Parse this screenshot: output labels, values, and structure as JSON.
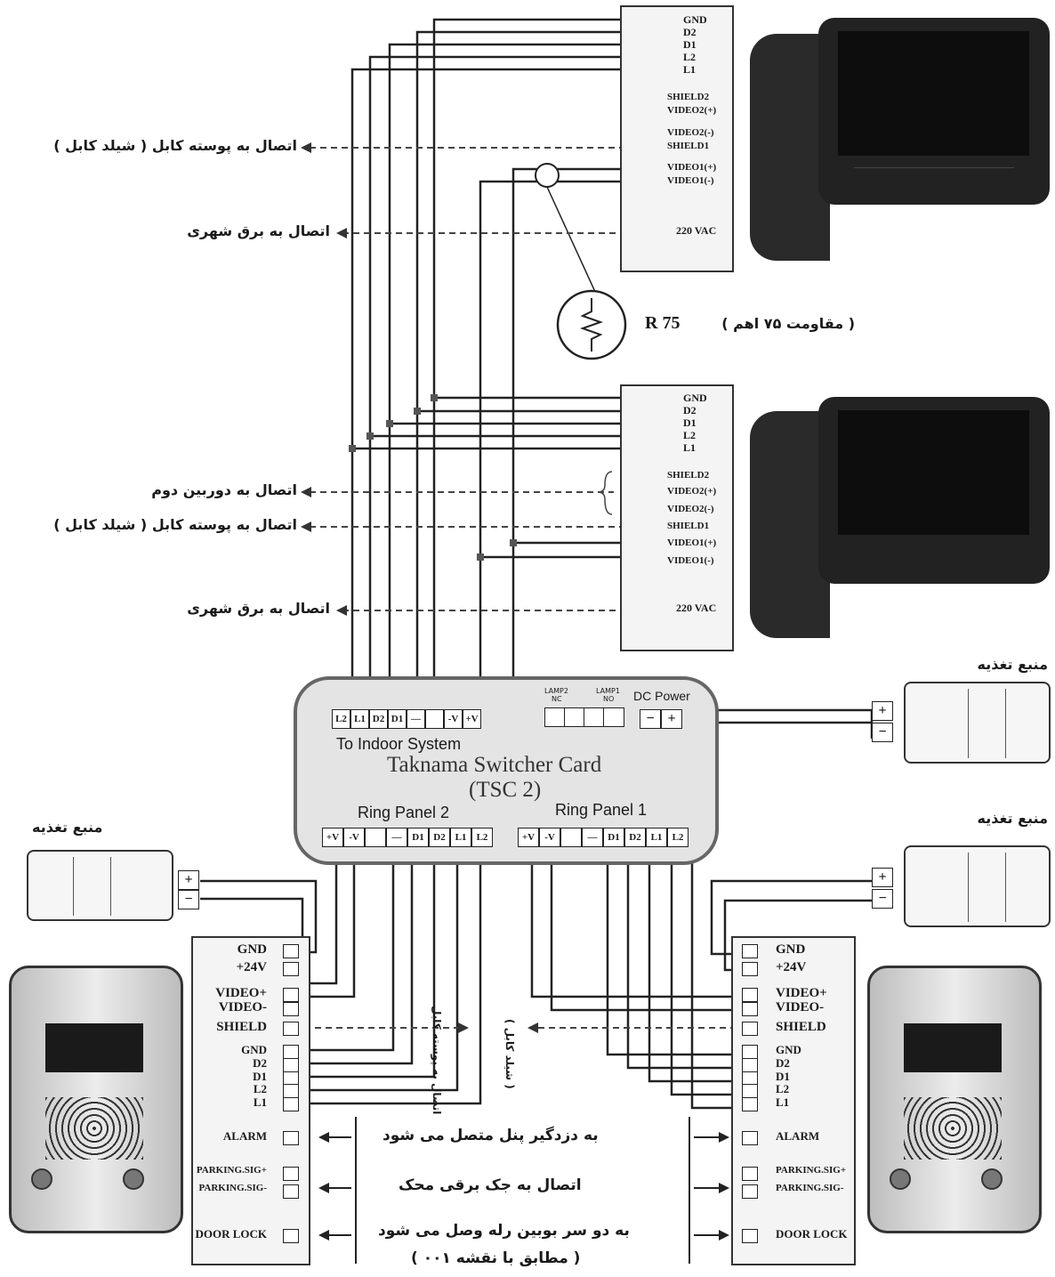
{
  "monitor1": {
    "terminals": [
      "GND",
      "D2",
      "D1",
      "L2",
      "L1"
    ],
    "video_terminals": [
      "SHIELD2",
      "VIDEO2(+)",
      "VIDEO2(-)",
      "SHIELD1",
      "VIDEO1(+)",
      "VIDEO1(-)"
    ],
    "power": "220 VAC"
  },
  "monitor2": {
    "terminals": [
      "GND",
      "D2",
      "D1",
      "L2",
      "L1"
    ],
    "video_terminals": [
      "SHIELD2",
      "VIDEO2(+)",
      "VIDEO2(-)",
      "SHIELD1",
      "VIDEO1(+)",
      "VIDEO1(-)"
    ],
    "power": "220 VAC"
  },
  "notes": {
    "shield": "اتصال به پوسته کابل ( شیلد کابل )",
    "mains": "اتصال به برق شهری",
    "resistor_label": "R 75",
    "resistor_note": "( مقاومت ۷۵ اهم )",
    "second_camera": "اتصال به دوربین دوم",
    "shield2": "اتصال به پوسته کابل ( شیلد کابل )",
    "mains2": "اتصال به برق شهری",
    "power_supply": "منبع تغذیه",
    "power_supply_left": "منبع تغذیه",
    "power_supply_right": "منبع تغذیه",
    "center_shield_left": "اتصال به پوسته کابل",
    "center_shield_left2": "( شیلد کابل )",
    "alarm_note": "به دزدگیر پنل متصل می شود",
    "parking_note": "اتصال به جک برقی محک",
    "lock_note": "به دو سر بوبین رله وصل می شود",
    "lock_note2": "( مطابق با نقشه ۰۰۱ )"
  },
  "card": {
    "title": "Taknama Switcher Card",
    "model": "(TSC 2)",
    "indoor_label": "To Indoor System",
    "indoor_slots": [
      "L2",
      "L1",
      "D2",
      "D1",
      "—",
      "",
      "-V",
      "+V"
    ],
    "lamp2": "LAMP2",
    "lamp2_sub": "NC",
    "lamp1": "LAMP1",
    "lamp1_sub": "NO",
    "dc_power": "DC Power",
    "dc_slots": [
      "−",
      "+"
    ],
    "ring2_label": "Ring Panel 2",
    "ring1_label": "Ring Panel 1",
    "ring_slots": [
      "+V",
      "-V",
      "",
      "—",
      "D1",
      "D2",
      "L1",
      "L2"
    ]
  },
  "supply_signs": [
    "+",
    "−"
  ],
  "outdoor_left": {
    "labels": [
      "GND",
      "+24V",
      "VIDEO+",
      "VIDEO-",
      "SHIELD",
      "GND",
      "D2",
      "D1",
      "L2",
      "L1",
      "ALARM",
      "PARKING.SIG+",
      "PARKING.SIG-",
      "DOOR LOCK"
    ]
  },
  "outdoor_right": {
    "labels": [
      "GND",
      "+24V",
      "VIDEO+",
      "VIDEO-",
      "SHIELD",
      "GND",
      "D2",
      "D1",
      "L2",
      "L1",
      "ALARM",
      "PARKING.SIG+",
      "PARKING.SIG-",
      "DOOR LOCK"
    ]
  },
  "colors": {
    "line": "#222222",
    "card_border": "#666666",
    "card_fill": "#e4e4e4",
    "monitor_body": "#2a2a2a",
    "screen": "#0d0d0d"
  }
}
